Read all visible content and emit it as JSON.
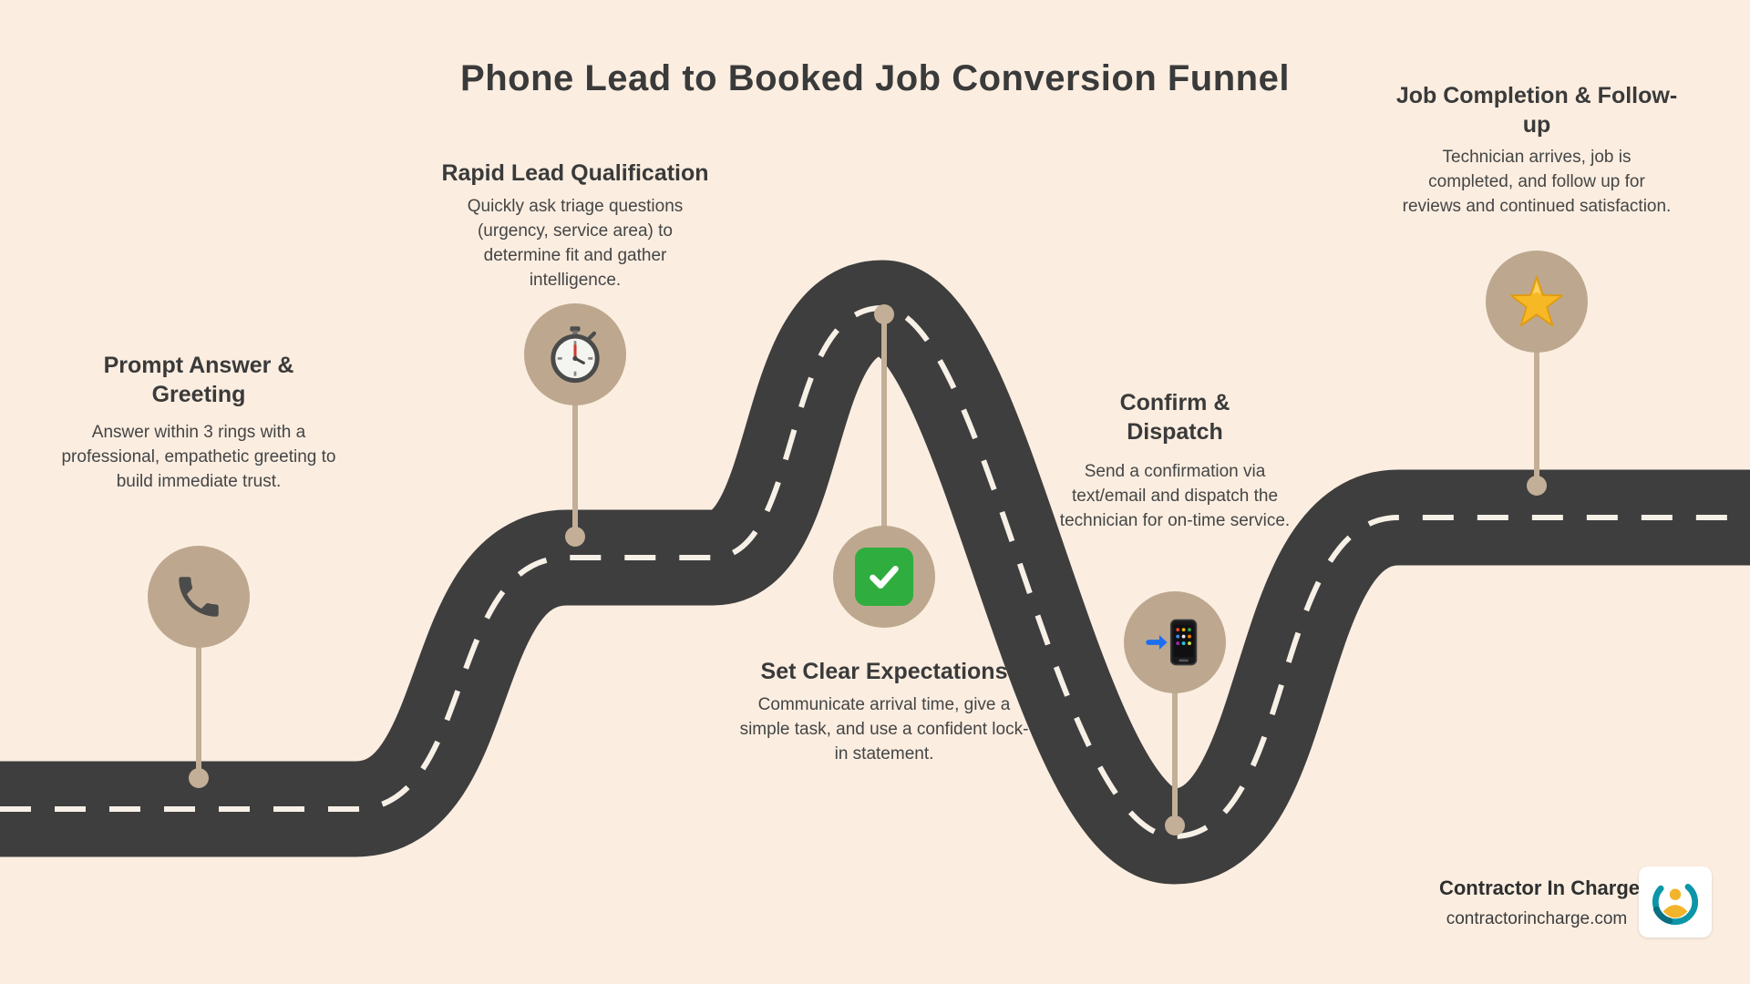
{
  "title": "Phone Lead to Booked Job Conversion Funnel",
  "steps": [
    {
      "heading": "Prompt Answer & Greeting",
      "body": "Answer within 3 rings with a professional, empathetic greeting to build immediate trust.",
      "icon": "phone-icon"
    },
    {
      "heading": "Rapid Lead Qualification",
      "body": "Quickly ask triage questions (urgency, service area) to determine fit and gather intelligence.",
      "icon": "stopwatch-icon"
    },
    {
      "heading": "Set Clear Expectations",
      "body": "Communicate arrival time, give a simple task, and use a confident lock-in statement.",
      "icon": "checkmark-icon"
    },
    {
      "heading": "Confirm & Dispatch",
      "body": "Send a confirmation via text/email and dispatch the technician for on-time service.",
      "icon": "dispatch-phone-icon"
    },
    {
      "heading": "Job Completion & Follow-up",
      "body": "Technician arrives, job is completed, and follow up for reviews and continued satisfaction.",
      "icon": "star-icon"
    }
  ],
  "footer": {
    "brand": "Contractor In Charge",
    "website": "contractorincharge.com"
  },
  "colors": {
    "background": "#fbeee1",
    "road": "#3e3e3e",
    "dash": "#f7f0e6",
    "connector": "#c3ae97",
    "circle": "#bda88f",
    "heading": "#3a3a3a",
    "body_text": "#454545"
  }
}
